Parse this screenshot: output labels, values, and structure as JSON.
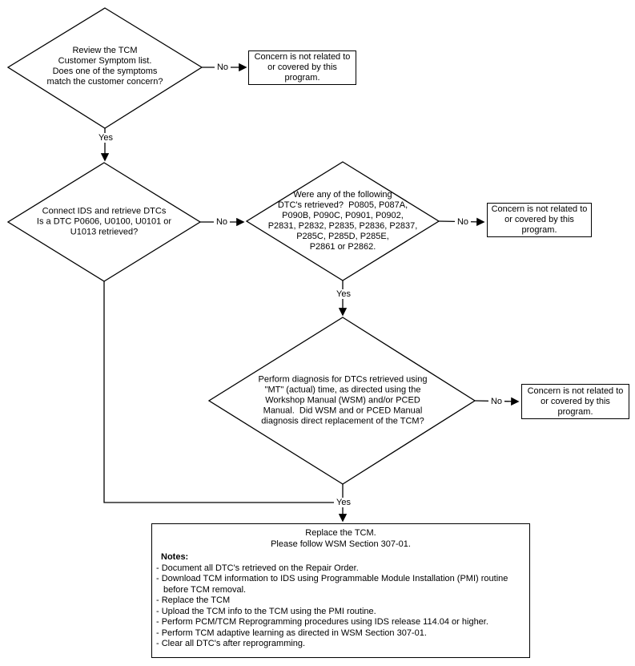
{
  "colors": {
    "line": "#000000",
    "background": "#ffffff",
    "text": "#000000"
  },
  "labels": {
    "yes": "Yes",
    "no": "No"
  },
  "diamonds": {
    "d1": {
      "text": "Review the TCM\nCustomer Symptom list.\nDoes one of the symptoms\nmatch the customer concern?"
    },
    "d2": {
      "text": "Connect IDS and retrieve DTCs\nIs a DTC P0606, U0100, U0101 or\nU1013 retrieved?"
    },
    "d3": {
      "text": "Were any of the following\nDTC's retrieved?  P0805, P087A,\nP090B, P090C, P0901, P0902,\nP2831, P2832, P2835, P2836, P2837,\nP285C, P285D, P285E,\nP2861 or P2862."
    },
    "d4": {
      "text": "Perform diagnosis for DTCs retrieved using\n\"MT\" (actual) time, as directed using the\nWorkshop Manual (WSM) and/or PCED\nManual.  Did WSM and or PCED Manual\ndiagnosis direct replacement of the TCM?"
    }
  },
  "terminal_boxes": {
    "concern1": "Concern is not related to\nor covered by this program.",
    "concern2": "Concern is not related to\nor covered by this program.",
    "concern3": "Concern is not related to\nor covered by this program."
  },
  "bottom_box": {
    "title_line1": "Replace the TCM.",
    "title_line2": "Please follow WSM Section 307-01.",
    "notes_label": "Notes:",
    "notes": [
      "- Document all DTC's retrieved on the Repair Order.",
      "- Download TCM information to IDS using Programmable Module Installation (PMI) routine before TCM removal.",
      "- Replace the TCM",
      "- Upload the TCM info to the TCM using the PMI routine.",
      "- Perform PCM/TCM Reprogramming procedures using IDS release 114.04 or higher.",
      "- Perform TCM adaptive learning as directed in WSM Section 307-01.",
      "- Clear all DTC's after reprogramming."
    ]
  }
}
